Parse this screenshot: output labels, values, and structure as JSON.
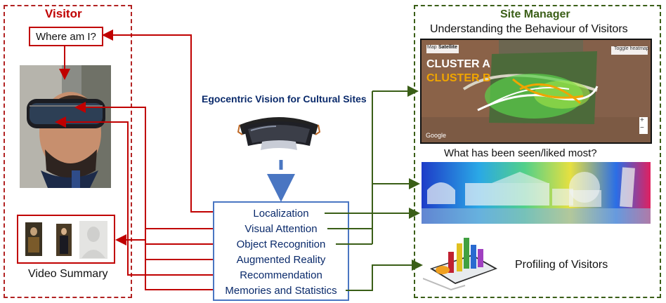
{
  "visitor": {
    "title": "Visitor",
    "question": "Where am I?",
    "video_summary": "Video Summary"
  },
  "center": {
    "title": "Egocentric Vision for Cultural Sites",
    "modules": [
      "Localization",
      "Visual Attention",
      "Object Recognition",
      "Augmented Reality",
      "Recommendation",
      "Memories and Statistics"
    ]
  },
  "site_manager": {
    "title": "Site Manager",
    "subtitle": "Understanding the Behaviour of Visitors",
    "map": {
      "cluster_a": "CLUSTER A",
      "cluster_b": "CLUSTER B",
      "btn_map": "Map",
      "btn_satellite": "Satellite",
      "toggle": "Toggle heatmap",
      "google": "Google",
      "zoom_in": "+",
      "zoom_out": "−"
    },
    "question2": "What has been seen/liked most?",
    "profiling": "Profiling of Visitors"
  },
  "colors": {
    "visitor_red": "#c00000",
    "manager_green": "#3a5e17",
    "module_blue": "#4a76c2"
  }
}
